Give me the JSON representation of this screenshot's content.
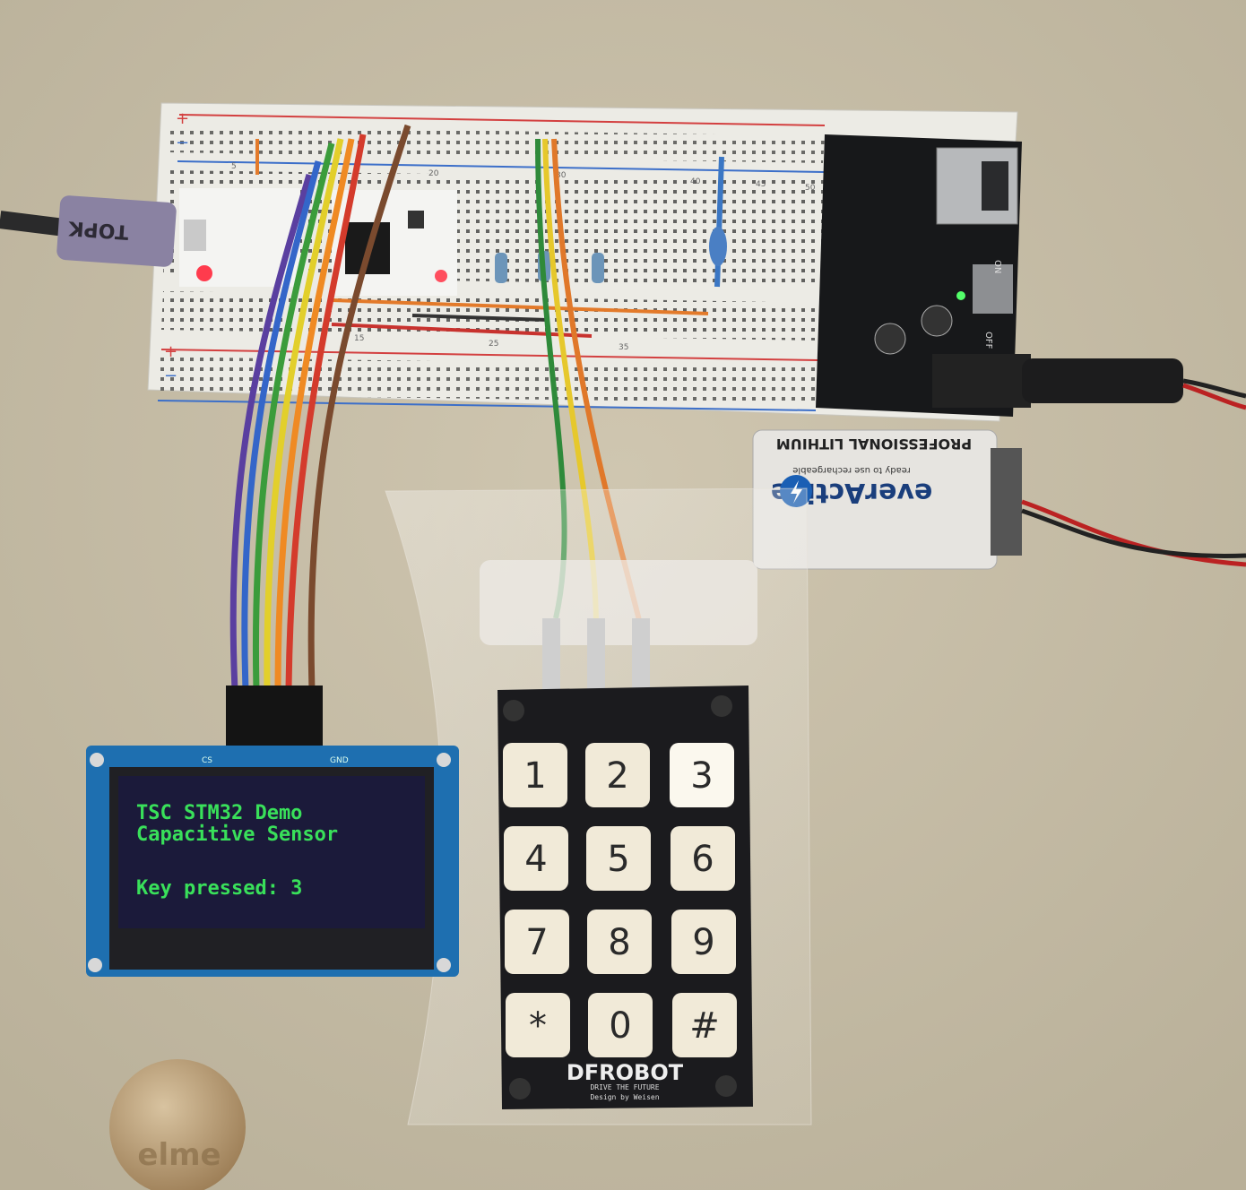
{
  "oled": {
    "line1": "TSC STM32 Demo",
    "line2": "Capacitive Sensor",
    "line3": "Key pressed: 3",
    "header_left": "CS",
    "header_right": "GND"
  },
  "keypad": {
    "keys": [
      "1",
      "2",
      "3",
      "4",
      "5",
      "6",
      "7",
      "8",
      "9",
      "*",
      "0",
      "#"
    ],
    "brand": "DFROBOT",
    "tagline": "DRIVE THE FUTURE",
    "credit": "Design by Weisen",
    "pressed_key": "3"
  },
  "battery": {
    "line1": "PROFESSIONAL LITHIUM",
    "brand": "everActive",
    "subtitle": "ready to use rechargeable"
  },
  "cable": {
    "brand": "TOPK"
  },
  "breadboard": {
    "plus": "+",
    "minus": "−",
    "column_numbers": [
      "5",
      "15",
      "20",
      "25",
      "30",
      "35",
      "40",
      "45",
      "50"
    ]
  },
  "power_module": {
    "switch_on": "ON",
    "switch_off": "OFF"
  },
  "badge": {
    "text": "elme"
  },
  "colors": {
    "background": "#c6bda6",
    "oled_text": "#39e05a",
    "oled_pcb": "#1e6fb0",
    "keypad_pcb": "#1b1b1e",
    "key": "#f1ead8"
  }
}
